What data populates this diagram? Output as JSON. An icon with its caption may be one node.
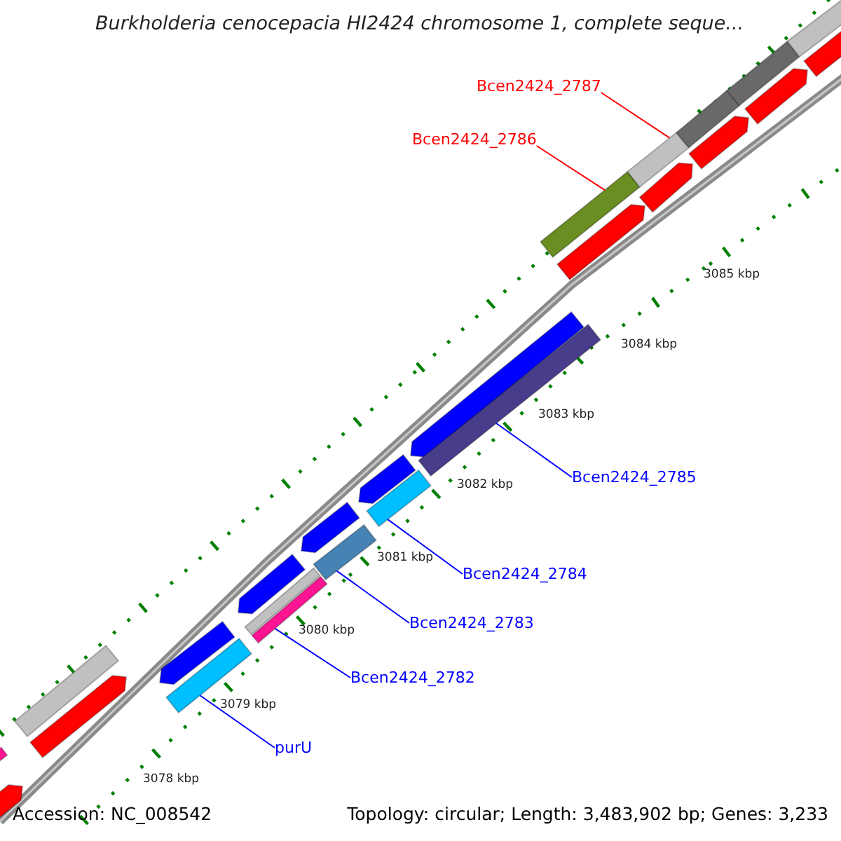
{
  "diagram": {
    "title": "Burkholderia cenocepacia HI2424 chromosome 1, complete seque...",
    "nodes": [
      {
        "text": [
          "Bcen2424_2787"
        ]
      },
      {
        "text": [],
        "shape": "bar"
      },
      {
        "text": [
          "Bcen2424_2786"
        ]
      },
      {
        "text": [],
        "shape": "bar"
      },
      {
        "text": [
          "Bcen2424_2785"
        ]
      },
      {
        "text": [],
        "shape": "bar"
      },
      {
        "text": [
          "Bcen2424_2784"
        ]
      },
      {
        "text": [],
        "shape": "bar"
      },
      {
        "text": [
          "Bcen2424_2783"
        ]
      },
      {
        "text": [],
        "shape": "bar"
      },
      {
        "text": [
          "Bcen2424_2782"
        ]
      },
      {
        "text": [],
        "shape": "bar"
      },
      {
        "text": [
          "purU"
        ]
      },
      {
        "text": [],
        "shape": "bar"
      },
      {
        "text": [],
        "shape": "bar"
      },
      {
        "text": [],
        "shape": "bar"
      },
      {
        "text": [],
        "shape": "bar"
      },
      {
        "text": [],
        "shape": "arrow"
      },
      {
        "text": [],
        "shape": "arrow"
      },
      {
        "text": [],
        "shape": "arrow"
      },
      {
        "text": [],
        "shape": "arrow"
      },
      {
        "text": [],
        "shape": "arrow"
      },
      {
        "text": [],
        "shape": "arrow"
      },
      {
        "text": [],
        "shape": "arrow"
      },
      {
        "text": [],
        "shape": "arrow"
      },
      {
        "text": [],
        "shape": "arrow"
      },
      {
        "text": [],
        "shape": "arrow"
      },
      {
        "text": [],
        "shape": "bar"
      },
      {
        "text": [],
        "shape": "bar"
      },
      {
        "text": [],
        "shape": "arrow"
      },
      {
        "text": [],
        "shape": "bar"
      },
      {
        "text": [],
        "shape": "arrow"
      }
    ],
    "edges": [
      {
        "from": 0,
        "to": 1,
        "arrow": "none",
        "color": "#ff0000"
      },
      {
        "from": 2,
        "to": 3,
        "arrow": "none",
        "color": "#ff0000"
      },
      {
        "from": 4,
        "to": 5,
        "arrow": "none"
      },
      {
        "from": 6,
        "to": 7,
        "arrow": "none"
      },
      {
        "from": 8,
        "to": 9,
        "arrow": "none"
      },
      {
        "from": 10,
        "to": 11,
        "arrow": "none"
      },
      {
        "from": 12,
        "to": 13,
        "arrow": "none"
      }
    ],
    "labels": [
      "3085 kbp",
      "3084 kbp",
      "3083 kbp",
      "3082 kbp",
      "3081 kbp",
      "3080 kbp",
      "3079 kbp",
      "3078 kbp",
      "Accession: NC_008542",
      "Topology: circular; Length: 3,483,902 bp; Genes: 3,233"
    ]
  }
}
